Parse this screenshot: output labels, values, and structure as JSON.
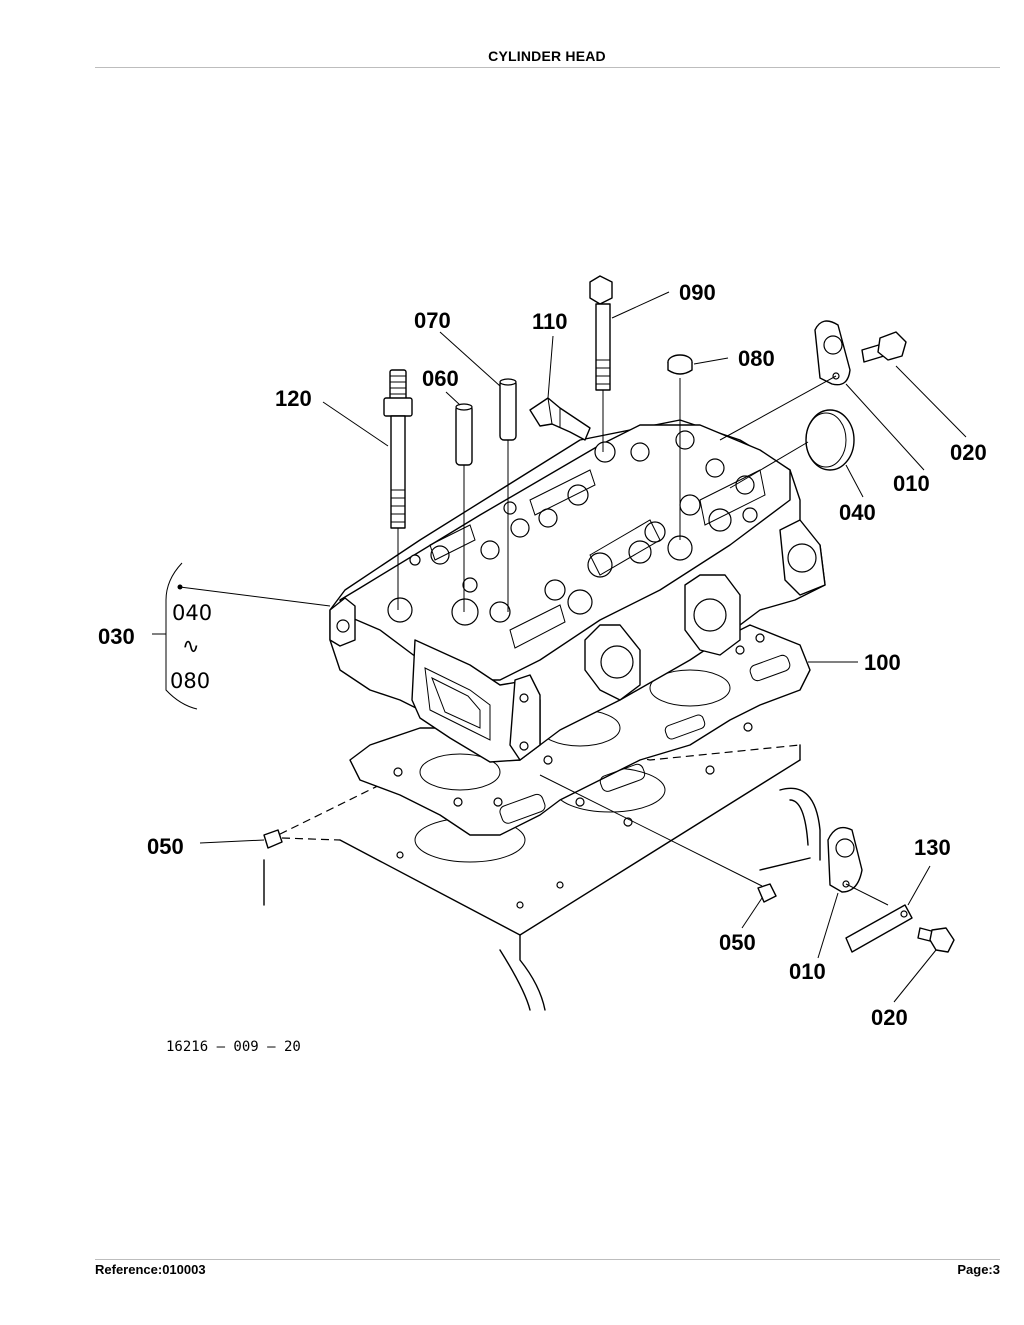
{
  "header": {
    "title": "CYLINDER HEAD"
  },
  "footer": {
    "reference": "Reference:010003",
    "page": "Page:3"
  },
  "figure": {
    "number": "16216 – 009 – 20"
  },
  "callouts": {
    "c090": "090",
    "c070": "070",
    "c110": "110",
    "c080": "080",
    "c060": "060",
    "c120": "120",
    "c020_top": "020",
    "c010_top": "010",
    "c040": "040",
    "c030": "030",
    "c100": "100",
    "c050_left": "050",
    "c130": "130",
    "c050_right": "050",
    "c010_bottom": "010",
    "c020_bottom": "020"
  },
  "bracket": {
    "from": "040",
    "to": "080",
    "tilde": "∿"
  }
}
